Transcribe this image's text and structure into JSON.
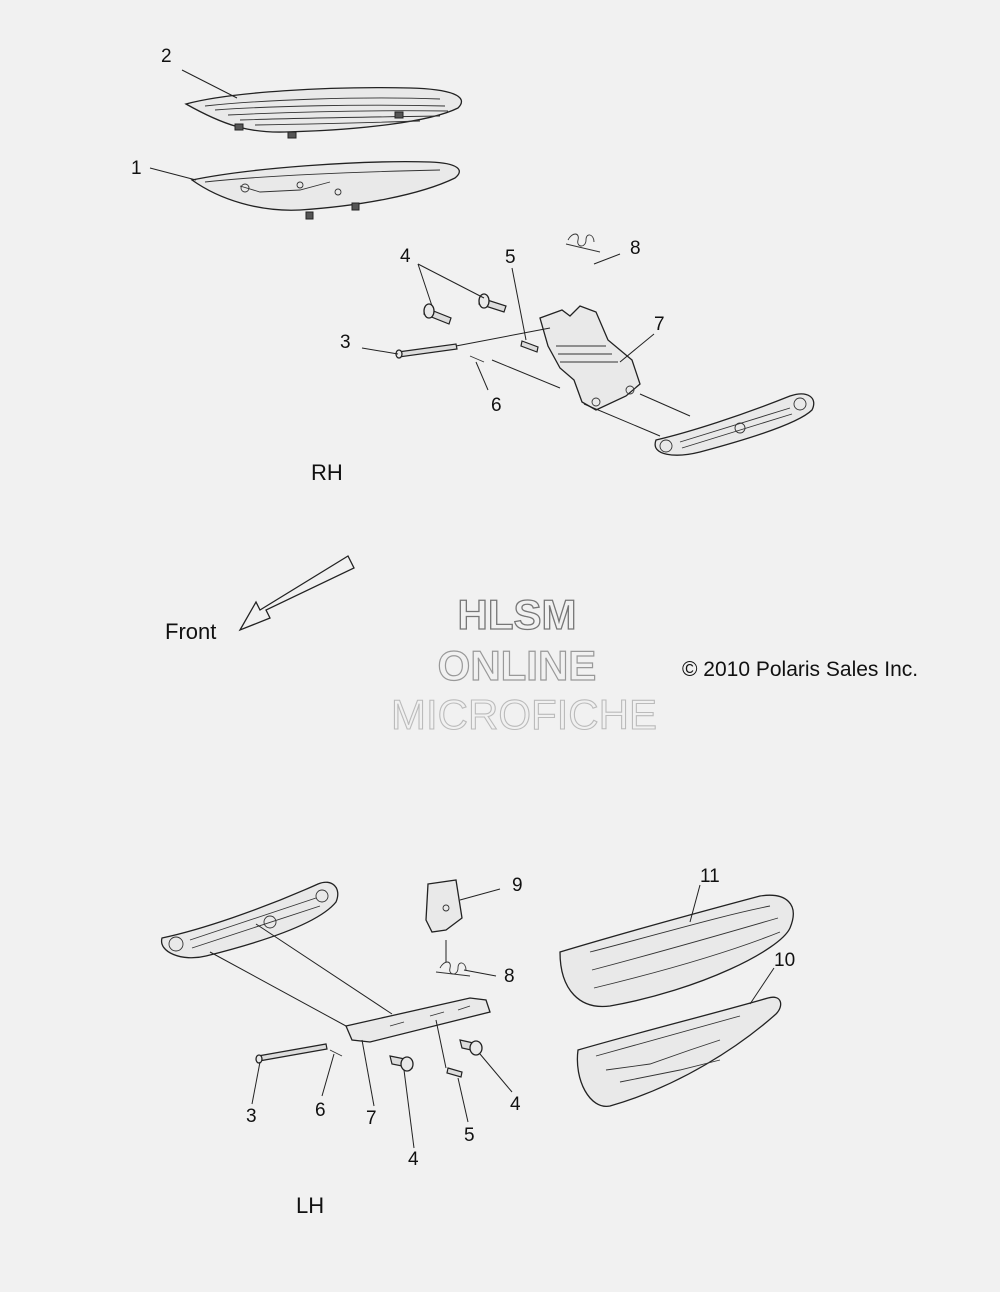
{
  "labels": {
    "rh_section": "RH",
    "lh_section": "LH",
    "front": "Front",
    "copyright": "© 2010 Polaris Sales Inc."
  },
  "watermark": {
    "line1": "HLSM",
    "line2": "ONLINE",
    "line3": "MICROFICHE"
  },
  "rh_callouts": {
    "c1": "1",
    "c2": "2",
    "c3": "3",
    "c4": "4",
    "c5": "5",
    "c6": "6",
    "c7": "7",
    "c8": "8"
  },
  "lh_callouts": {
    "c3": "3",
    "c4a": "4",
    "c4b": "4",
    "c5": "5",
    "c6": "6",
    "c7": "7",
    "c8": "8",
    "c9": "9",
    "c10": "10",
    "c11": "11"
  },
  "colors": {
    "background": "#f1f1f1",
    "line": "#222222"
  }
}
